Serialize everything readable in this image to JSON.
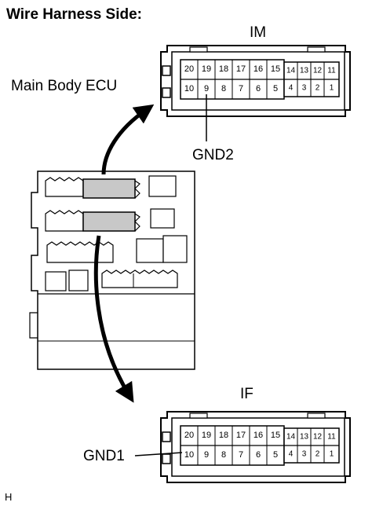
{
  "title": "Wire Harness Side:",
  "ecu_label": "Main Body ECU",
  "connector_top": {
    "name": "IM",
    "upper_row": [
      "20",
      "19",
      "18",
      "17",
      "16",
      "15",
      "14",
      "13",
      "12",
      "11"
    ],
    "lower_row": [
      "10",
      "9",
      "8",
      "7",
      "6",
      "5",
      "4",
      "3",
      "2",
      "1"
    ],
    "callout": "GND2"
  },
  "connector_bottom": {
    "name": "IF",
    "upper_row": [
      "20",
      "19",
      "18",
      "17",
      "16",
      "15",
      "14",
      "13",
      "12",
      "11"
    ],
    "lower_row": [
      "10",
      "9",
      "8",
      "7",
      "6",
      "5",
      "4",
      "3",
      "2",
      "1"
    ],
    "callout": "GND1"
  },
  "corner_mark": "H",
  "colors": {
    "ink": "#000000",
    "highlight": "#c8c8c8",
    "paper": "#ffffff"
  }
}
